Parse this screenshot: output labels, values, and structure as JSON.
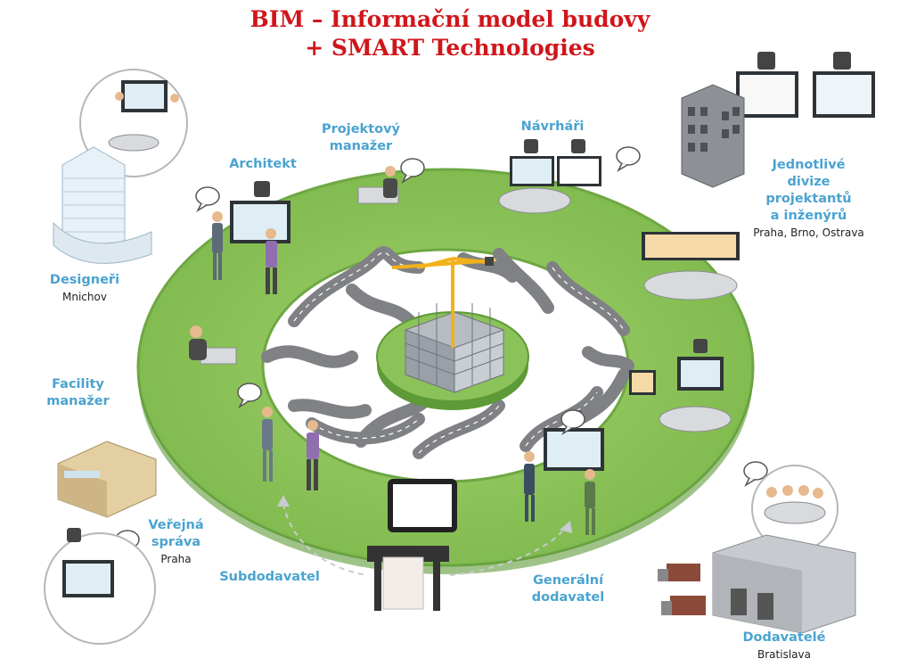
{
  "title": {
    "line1": "BIM – Informační model budovy",
    "line2": "+ SMART Technologies"
  },
  "labels": {
    "architekt": "Architekt",
    "projektovy_manazer": [
      "Projektový",
      "manažer"
    ],
    "navrhari": "Návrháři",
    "divize": {
      "lines": [
        "Jednotlivé",
        "divize",
        "projektantů",
        "a inženýrů"
      ],
      "sub": "Praha, Brno, Ostrava"
    },
    "designeri": {
      "name": "Designeři",
      "sub": "Mnichov"
    },
    "facility": [
      "Facility",
      "manažer"
    ],
    "verejna": {
      "lines": [
        "Veřejná",
        "správa"
      ],
      "sub": "Praha"
    },
    "subdodavatel": "Subdodavatel",
    "generalni": [
      "Generální",
      "dodavatel"
    ],
    "dodavatele": {
      "name": "Dodavatelé",
      "sub": "Bratislava"
    }
  },
  "colors": {
    "title": "#d0161b",
    "label": "#4aa3d0",
    "ring": "#8cc25a",
    "ring_edge": "#5e9a37",
    "road": "#7f8185",
    "crane": "#f2b21b"
  },
  "icons": [
    "smart-board-icon",
    "speech-bubble-icon",
    "crane-icon",
    "building-icon",
    "truck-icon",
    "plotter-icon",
    "tablet-icon"
  ]
}
